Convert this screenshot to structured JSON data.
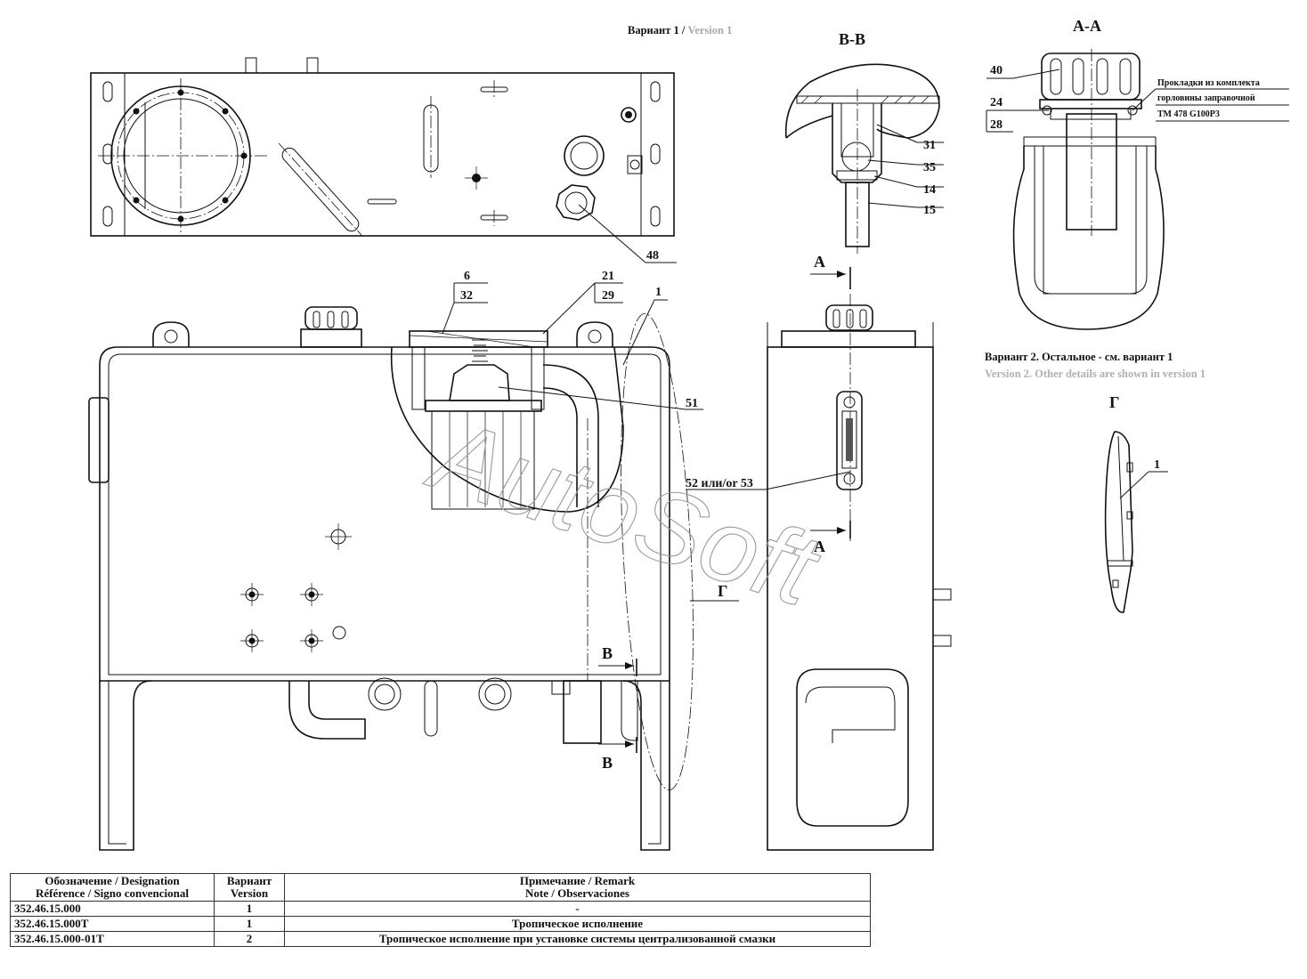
{
  "header": {
    "variant1_ru": "Вариант 1 /",
    "variant1_en": "Version 1"
  },
  "sections": {
    "bb": "В-В",
    "aa": "А-А",
    "g": "Г",
    "a_arrow": "А",
    "b_arrow": "В"
  },
  "callouts": {
    "c1": "1",
    "c6": "6",
    "c14": "14",
    "c15": "15",
    "c21": "21",
    "c24": "24",
    "c28": "28",
    "c29": "29",
    "c31": "31",
    "c32": "32",
    "c35": "35",
    "c40": "40",
    "c48": "48",
    "c51": "51",
    "c52_53": "52 или/or 53",
    "cG": "Г"
  },
  "gasket_note": {
    "line1": "Прокладки из комплекта",
    "line2": "горловины заправочной",
    "line3": "ТМ 478 G100P3"
  },
  "version2": {
    "ru": "Вариант 2. Остальное - см. вариант 1",
    "en": "Version 2. Other details are shown in version 1"
  },
  "watermark": "AutoSoft",
  "table": {
    "headers": {
      "designation": "Обозначение / Designation",
      "designation2": "Référence / Signo convencional",
      "variant": "Вариант",
      "variant2": "Version",
      "remark": "Примечание / Remark",
      "remark2": "Note / Observaciones"
    },
    "rows": [
      {
        "designation": "352.46.15.000",
        "variant": "1",
        "remark": "-"
      },
      {
        "designation": "352.46.15.000T",
        "variant": "1",
        "remark": "Тропическое исполнение"
      },
      {
        "designation": "352.46.15.000-01T",
        "variant": "2",
        "remark": "Тропическое исполнение при установке системы централизованной смазки"
      }
    ]
  }
}
